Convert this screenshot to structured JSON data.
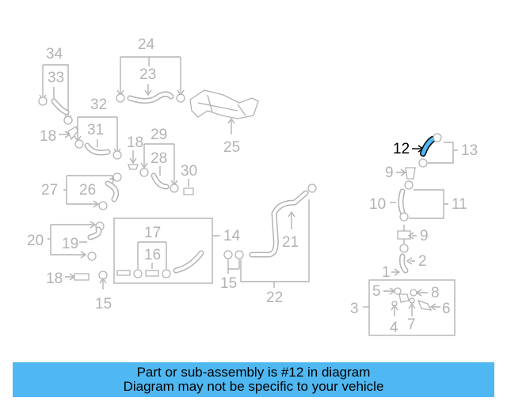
{
  "diagram": {
    "callouts": {
      "c34": "34",
      "c33": "33",
      "c24": "24",
      "c23": "23",
      "c32": "32",
      "c31": "31",
      "c18a": "18",
      "c18b": "18",
      "c18c": "18",
      "c29": "29",
      "c28": "28",
      "c30": "30",
      "c25": "25",
      "c27": "27",
      "c26": "26",
      "c20": "20",
      "c19": "19",
      "c17": "17",
      "c16": "16",
      "c14": "14",
      "c15a": "15",
      "c15b": "15",
      "c21": "21",
      "c22": "22",
      "c12": "12",
      "c13": "13",
      "c9a": "9",
      "c9b": "9",
      "c10": "10",
      "c11": "11",
      "c1": "1",
      "c2": "2",
      "c3": "3",
      "c4": "4",
      "c5": "5",
      "c6": "6",
      "c7": "7",
      "c8": "8"
    },
    "highlight_color": "#4fb8f2",
    "line_color": "#b3b3b3"
  },
  "banner": {
    "line1": "Part or sub-assembly is #12 in diagram",
    "line2": "Diagram may not be specific to your vehicle",
    "color": "#4fb8f2"
  }
}
